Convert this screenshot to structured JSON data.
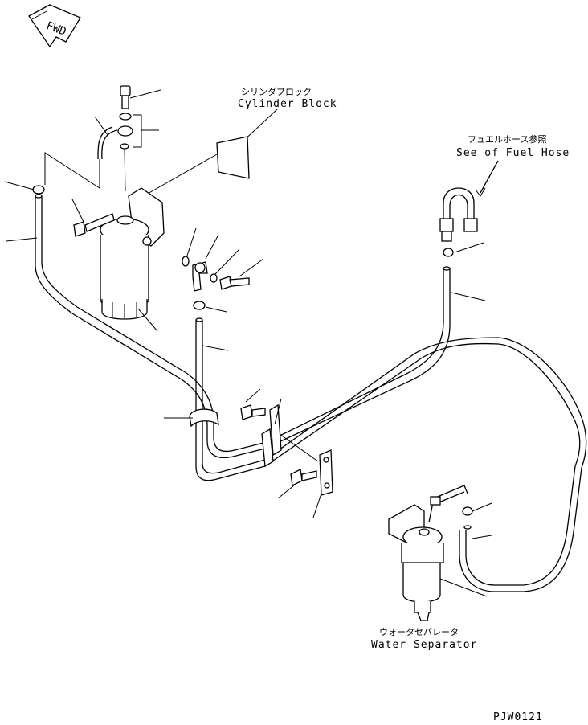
{
  "fwd_label": "FWD",
  "labels": {
    "cylinder_block_jp": "シリンダブロック",
    "cylinder_block_en": "Cylinder Block",
    "fuel_hose_jp": "フュエルホース参照",
    "fuel_hose_en": "See of Fuel Hose",
    "water_separator_jp": "ウォータセパレータ",
    "water_separator_en": "Water Separator"
  },
  "drawing_code": "PJW0121"
}
